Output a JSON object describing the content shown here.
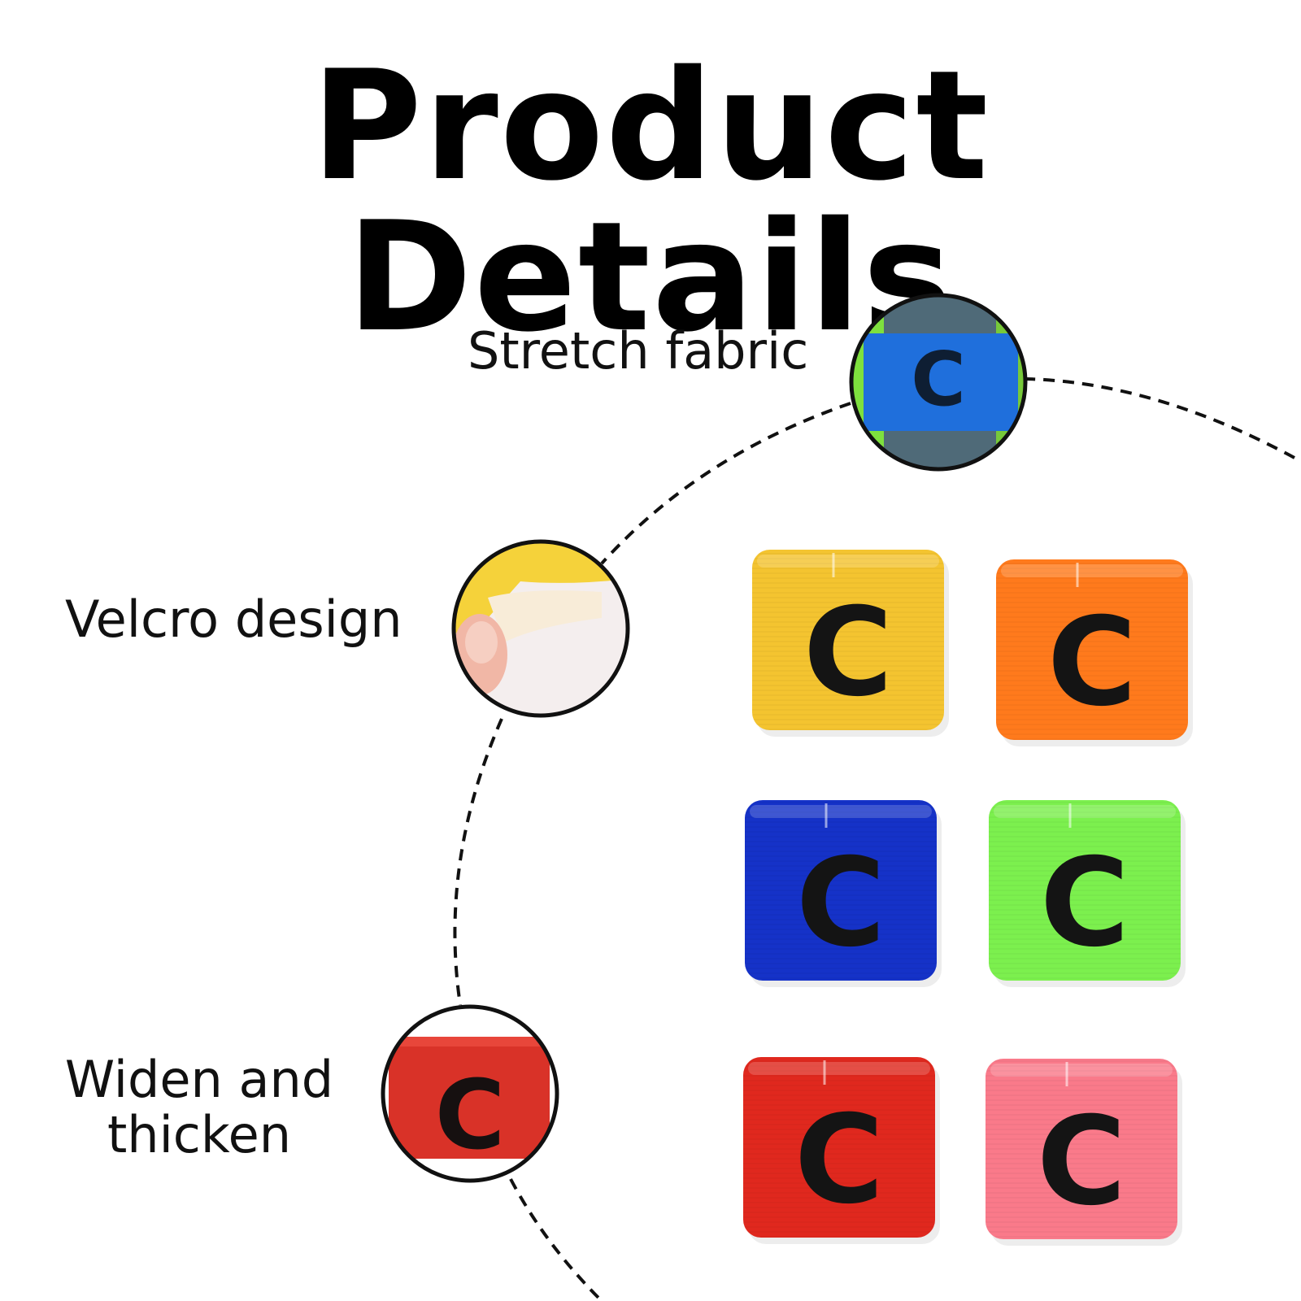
{
  "title": "Product Details",
  "features": [
    {
      "label": "Stretch fabric"
    },
    {
      "label": "Velcro design"
    },
    {
      "label": "Widen and thicken"
    }
  ],
  "armband_letter": "C",
  "armbands": [
    {
      "color": "#F4C430",
      "name": "yellow"
    },
    {
      "color": "#FF7A1C",
      "name": "orange"
    },
    {
      "color": "#1532C8",
      "name": "blue"
    },
    {
      "color": "#7CF04E",
      "name": "green"
    },
    {
      "color": "#E0281E",
      "name": "red"
    },
    {
      "color": "#FA7A8A",
      "name": "pink"
    }
  ],
  "icons": [
    "blue-armband-closeup-icon",
    "velcro-closeup-icon",
    "red-armband-closeup-icon"
  ]
}
